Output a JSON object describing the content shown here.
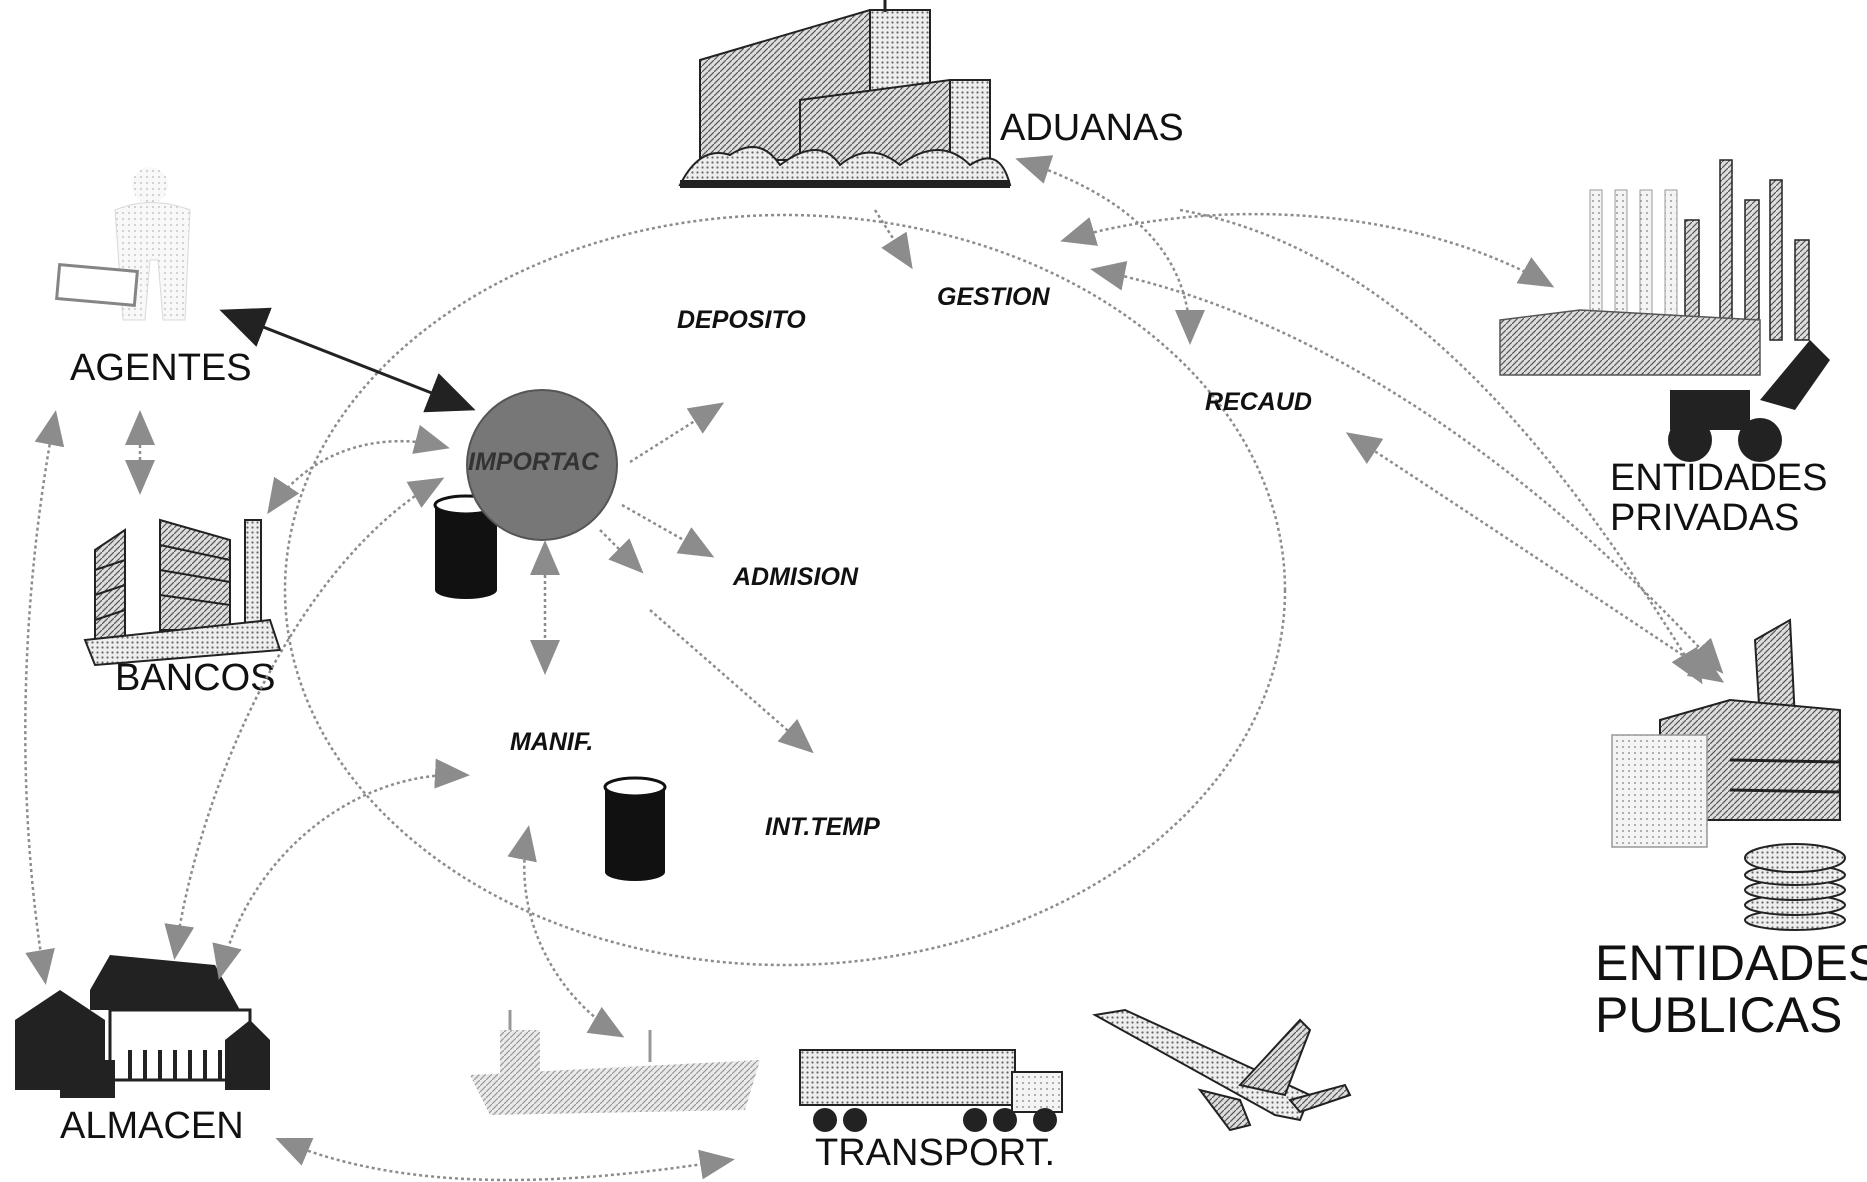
{
  "nodes": {
    "aduanas": "ADUANAS",
    "agentes": "AGENTES",
    "bancos": "BANCOS",
    "almacen": "ALMACEN",
    "transport": "TRANSPORT.",
    "entidades_privadas": [
      "ENTIDADES",
      "PRIVADAS"
    ],
    "entidades_publicas": [
      "ENTIDADES",
      "PUBLICAS"
    ]
  },
  "processes": {
    "importac": "IMPORTAC",
    "deposito": "DEPOSITO",
    "gestion": "GESTION",
    "recaud": "RECAUD",
    "admision": "ADMISION",
    "manif": "MANIF.",
    "int_temp": "INT.TEMP"
  },
  "icons": {
    "aduanas": "office-building-icon",
    "agentes": "agent-person-icon",
    "bancos": "bank-buildings-icon",
    "almacen": "warehouse-icon",
    "ship": "cargo-ship-icon",
    "truck": "truck-icon",
    "plane": "airplane-icon",
    "entidades_privadas": "industry-icon",
    "entidades_publicas": "government-building-icon",
    "database": "database-cylinder-icon"
  },
  "colors": {
    "background": "#ffffff",
    "ink": "#111111",
    "arrow": "#8c8c8c",
    "hub": "#777777"
  }
}
